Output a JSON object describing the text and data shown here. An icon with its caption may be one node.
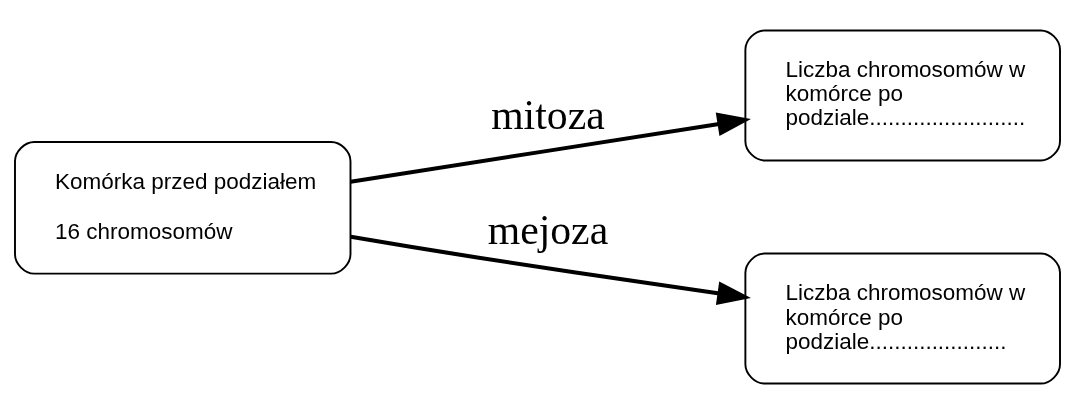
{
  "diagram": {
    "nodes": [
      {
        "text": [
          "Komórka przed podziałem",
          "16 chromosomów"
        ]
      },
      {
        "text": [
          "Liczba chromosomów w komórce po podziale........................."
        ]
      },
      {
        "text": [
          "Liczba chromosomów w komórce po podziale......................"
        ]
      }
    ],
    "edges": [
      {
        "from": 0,
        "to": 1,
        "arrow": "to",
        "label": "mitoza"
      },
      {
        "from": 0,
        "to": 2,
        "arrow": "to",
        "label": "mejoza"
      }
    ]
  }
}
